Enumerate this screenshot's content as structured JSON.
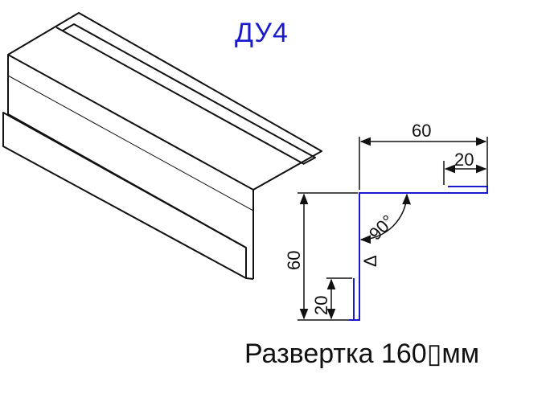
{
  "title": "ДУ4",
  "caption": "Развертка 160▯мм",
  "dimensions": {
    "top_width": "60",
    "top_lip": "20",
    "side_height": "60",
    "side_lip": "20",
    "angle": "90°",
    "angle_marker": "Δ"
  },
  "colors": {
    "title": "#1a1acc",
    "profile": "#1a1acc",
    "lines": "#111111"
  }
}
